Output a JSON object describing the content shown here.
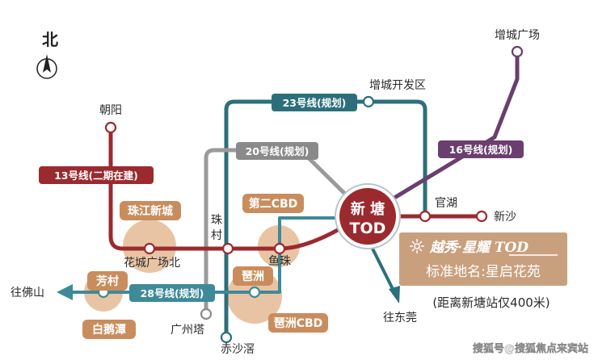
{
  "compass": {
    "label": "北"
  },
  "lines": {
    "line13": {
      "label": "13号线(二期在建)",
      "color": "#9b2a2f"
    },
    "line20": {
      "label": "20号线(规划)",
      "color": "#8a8a8a"
    },
    "line23": {
      "label": "23号线(规划)",
      "color": "#2c6f7a"
    },
    "line16": {
      "label": "16号线(规划)",
      "color": "#6a3f6d"
    },
    "line28": {
      "label": "28号线(规划)",
      "color": "#3e8a98"
    }
  },
  "stations": {
    "chaoyang": "朝阳",
    "zengcheng_square": "增城广场",
    "zengcheng_dev": "增城开发区",
    "zhucun_1": "珠",
    "zhucun_2": "村",
    "huacheng_north": "花城广场北",
    "yuzhu": "鱼珠",
    "guanhu": "官湖",
    "xinsha": "新沙",
    "guangzhou_tower": "广州塔",
    "chishagang": "赤沙滘",
    "hub_top": "新 塘",
    "hub_bottom": "TOD"
  },
  "districts": {
    "zhujiang_newtown": "珠江新城",
    "second_cbd": "第二CBD",
    "pazhou": "琶洲",
    "pazhou_cbd": "琶洲CBD",
    "fangcun": "芳村",
    "baietan": "白鹅潭"
  },
  "directions": {
    "to_foshan": "往佛山",
    "to_dongguan": "往东莞"
  },
  "project_card": {
    "brand": "越秀·星耀 TOD",
    "name": "标准地名:星启花苑",
    "distance": "(距离新塘站仅400米)"
  },
  "watermark": "搜狐号@搜狐焦点来宾站"
}
